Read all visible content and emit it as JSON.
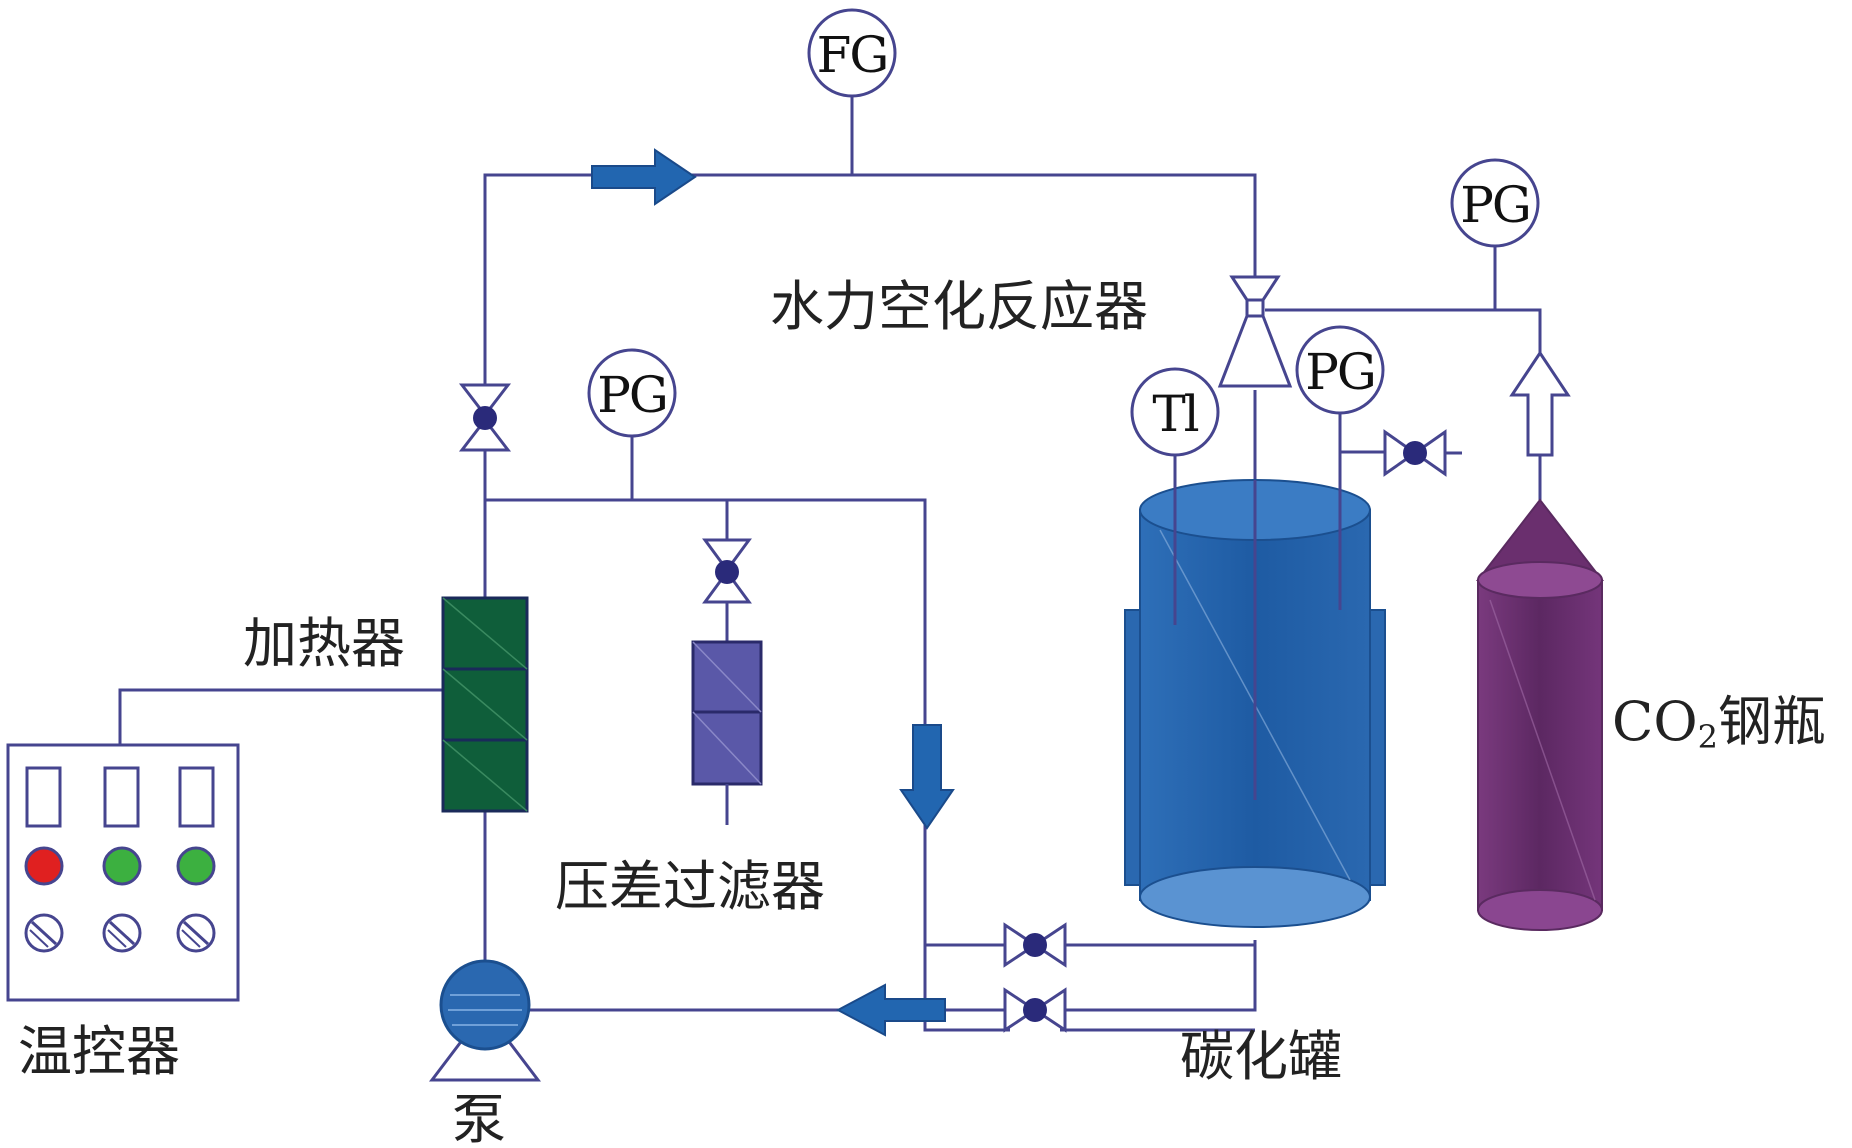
{
  "instruments": {
    "flow_gauge": "FG",
    "pressure_gauge_cylinder": "PG",
    "pressure_gauge_filter": "PG",
    "pressure_gauge_tank": "PG",
    "temperature_indicator": "Tl"
  },
  "labels": {
    "reactor": "水力空化反应器",
    "heater": "加热器",
    "filter": "压差过滤器",
    "co2_cylinder_prefix": "CO",
    "co2_cylinder_subscript": "2",
    "co2_cylinder_suffix": "钢瓶",
    "tank": "碳化罐",
    "temp_controller": "温控器",
    "pump": "泵"
  },
  "colors": {
    "pipe": "#46458f",
    "tank_blue": "#1f5fa8",
    "heater_green": "#0f5e3a",
    "filter_purple": "#5a58a8",
    "cylinder_purple": "#6a2f6e",
    "arrow_blue": "#2266b0",
    "led_red": "#e02020",
    "led_green": "#3cb040"
  }
}
